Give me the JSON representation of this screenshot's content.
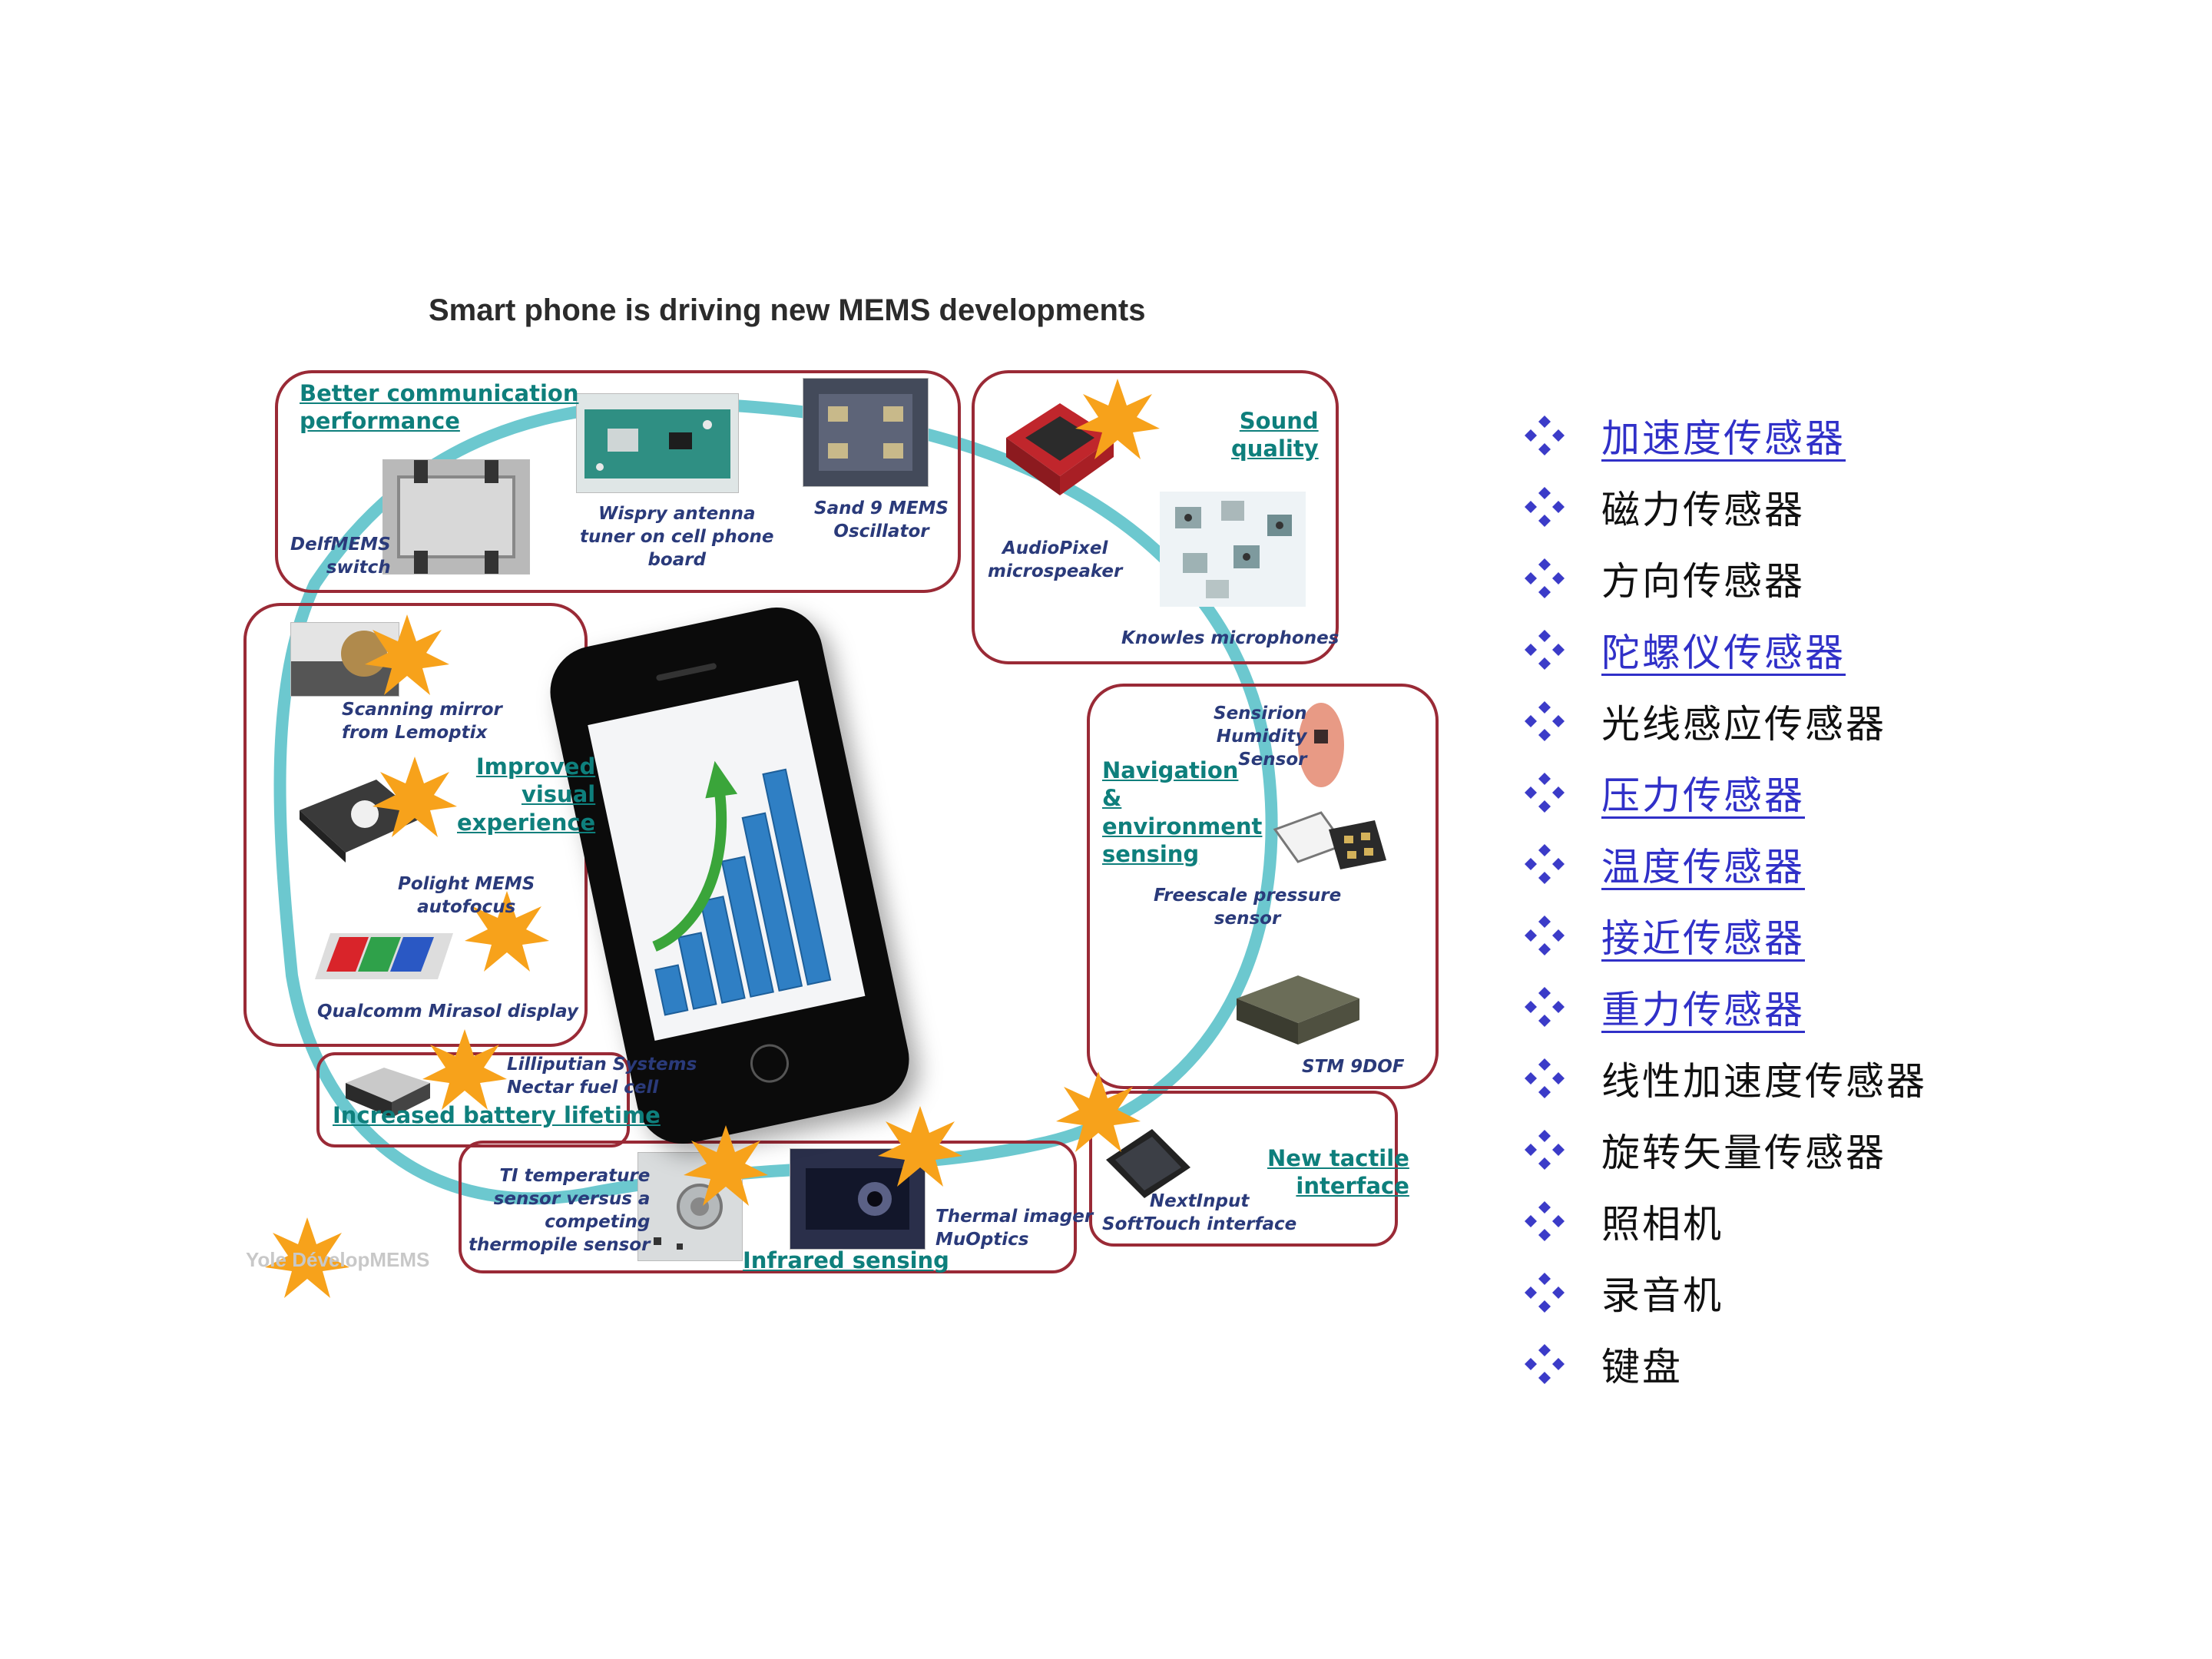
{
  "diagram": {
    "title": "Smart phone is driving new MEMS developments",
    "headings": {
      "communication": "Better communication\nperformance",
      "sound": "Sound\nquality",
      "visual": "Improved\nvisual\nexperience",
      "navigation": "Navigation\n&\nenvironment\nsensing",
      "battery": "Increased battery lifetime",
      "infrared": "Infrared sensing",
      "tactile": "New tactile\ninterface"
    },
    "captions": {
      "delfmems": "DelfMEMS\nswitch",
      "wispry": "Wispry antenna\ntuner on cell phone\nboard",
      "sand9": "Sand 9 MEMS\nOscillator",
      "audiopixel": "AudioPixel\nmicrospeaker",
      "knowles": "Knowles microphones",
      "scanning": "Scanning mirror\nfrom Lemoptix",
      "polight": "Polight MEMS\nautofocus",
      "qualcomm": "Qualcomm Mirasol display",
      "sensirion": "Sensirion\nHumidity\nSensor",
      "freescale": "Freescale pressure\nsensor",
      "stm": "STM 9DOF",
      "lilliputian": "Lilliputian Systems\nNectar fuel cell",
      "ti": "TI temperature\nsensor versus a\ncompeting\nthermopile sensor",
      "thermal": "Thermal imager\nMuOptics",
      "nextinput": "NextInput\nSoftTouch interface"
    },
    "watermark": "Yole DévelopMEMS"
  },
  "list": {
    "items": [
      {
        "label": "加速度传感器",
        "link": true
      },
      {
        "label": "磁力传感器",
        "link": false
      },
      {
        "label": "方向传感器",
        "link": false
      },
      {
        "label": "陀螺仪传感器",
        "link": true
      },
      {
        "label": "光线感应传感器",
        "link": false
      },
      {
        "label": "压力传感器",
        "link": true
      },
      {
        "label": "温度传感器",
        "link": true
      },
      {
        "label": "接近传感器",
        "link": true
      },
      {
        "label": "重力传感器",
        "link": true
      },
      {
        "label": "线性加速度传感器",
        "link": false
      },
      {
        "label": "旋转矢量传感器",
        "link": false
      },
      {
        "label": "照相机",
        "link": false
      },
      {
        "label": "录音机",
        "link": false
      },
      {
        "label": "键盘",
        "link": false
      }
    ],
    "bullet_icon": "diamond-four-dots-icon",
    "colors": {
      "bullet": "#3b3bc8",
      "link": "#3030c8",
      "text": "#101010"
    }
  },
  "colors": {
    "panel_border": "#9a2a36",
    "heading": "#0e7f7c",
    "caption": "#2a3a7a",
    "ring": "#6cc8cf",
    "burst": "#f7a21b"
  }
}
